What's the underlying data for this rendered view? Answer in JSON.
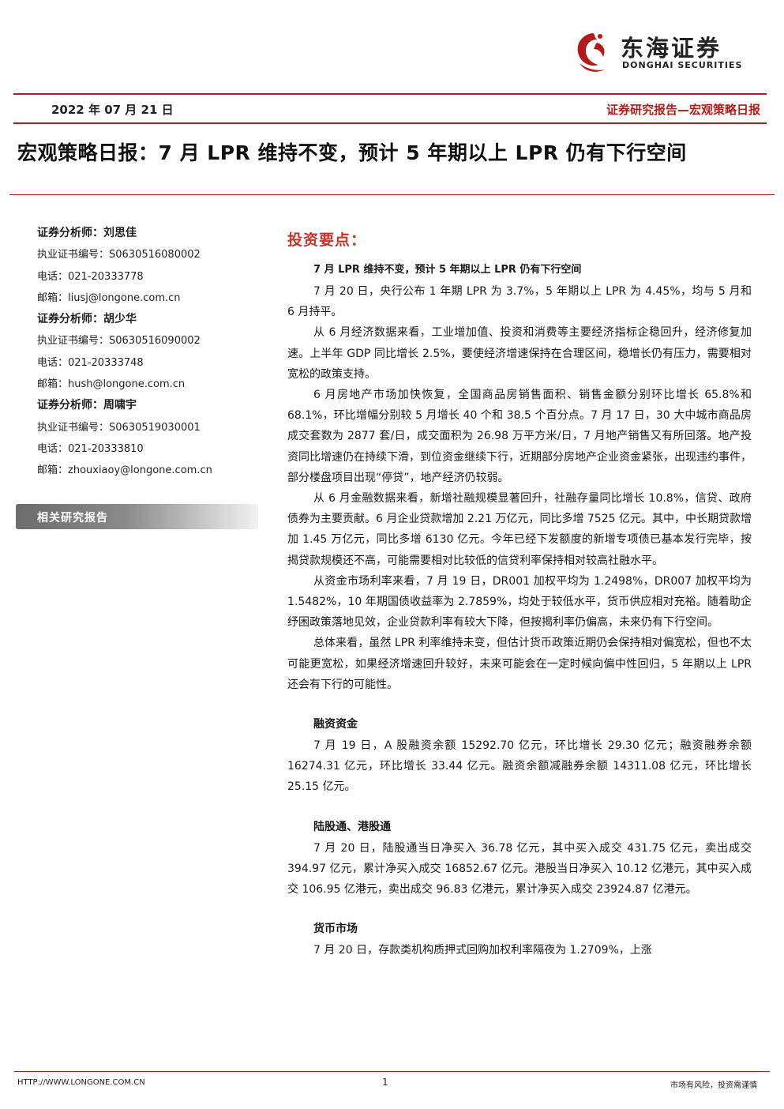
{
  "header": {
    "logo_cn": "东海证券",
    "logo_en": "DONGHAI SECURITIES",
    "date": "2022 年 07 月 21 日",
    "report_type": "证券研究报告—宏观策略日报"
  },
  "title": "宏观策略日报：7 月 LPR 维持不变，预计 5 年期以上 LPR 仍有下行空间",
  "analysts": [
    {
      "name": "证券分析师：刘思佳",
      "cert": "执业证书编号：S0630516080002",
      "phone": "电话：021-20333778",
      "email": "邮箱：liusj@longone.com.cn"
    },
    {
      "name": "证券分析师：胡少华",
      "cert": "执业证书编号：S0630516090002",
      "phone": "电话：021-20333748",
      "email": "邮箱：hush@longone.com.cn"
    },
    {
      "name": "证券分析师：周啸宇",
      "cert": "执业证书编号：S0630519030001",
      "phone": "电话：021-20333810",
      "email": "邮箱：zhouxiaoy@longone.com.cn"
    }
  ],
  "related_reports": "相关研究报告",
  "key_points": {
    "title": "投资要点：",
    "headline": "7 月 LPR 维持不变，预计 5 年期以上 LPR 仍有下行空间",
    "paragraphs": [
      "7 月 20 日，央行公布 1 年期 LPR 为 3.7%，5 年期以上 LPR 为 4.45%，均与 5 月和 6 月持平。",
      "从 6 月经济数据来看，工业增加值、投资和消费等主要经济指标企稳回升，经济修复加速。上半年 GDP 同比增长 2.5%，要使经济增速保持在合理区间，稳增长仍有压力，需要相对宽松的政策支持。",
      "6 月房地产市场加快恢复，全国商品房销售面积、销售金额分别环比增长 65.8%和 68.1%，环比增幅分别较 5 月增长 40 个和 38.5 个百分点。7 月 17 日，30 大中城市商品房成交套数为 2877 套/日，成交面积为 26.98 万平方米/日，7 月地产销售又有所回落。地产投资同比增速仍在持续下滑，到位资金继续下行，近期部分房地产企业资金紧张，出现违约事件，部分楼盘项目出现“停贷”，地产经济仍较弱。",
      "从 6 月金融数据来看，新增社融规模显著回升，社融存量同比增长 10.8%，信贷、政府债券为主要贡献。6 月企业贷款增加 2.21 万亿元，同比多增 7525 亿元。其中，中长期贷款增加 1.45 万亿元，同比多增 6130 亿元。今年已经下发额度的新增专项债已基本发行完毕，按揭贷款规模还不高，可能需要相对比较低的信贷利率保持相对较高社融水平。",
      "从资金市场利率来看，7 月 19 日，DR001 加权平均为 1.2498%，DR007 加权平均为 1.5482%，10 年期国债收益率为 2.7859%，均处于较低水平，货币供应相对充裕。随着助企纾困政策落地见效，企业贷款利率有较大下降，但按揭利率仍偏高，未来仍有下行空间。",
      "总体来看，虽然 LPR 利率维持未变，但估计货币政策近期仍会保持相对偏宽松，但也不太可能更宽松，如果经济增速回升较好，未来可能会在一定时候向偏中性回归，5 年期以上 LPR 还会有下行的可能性。"
    ]
  },
  "sections": [
    {
      "heading": "融资资金",
      "paragraphs": [
        "7 月 19 日，A 股融资余额 15292.70 亿元，环比增长 29.30 亿元；融资融券余额 16274.31 亿元，环比增长 33.44 亿元。融资余额减融券余额 14311.08 亿元，环比增长 25.15 亿元。"
      ]
    },
    {
      "heading": "陆股通、港股通",
      "paragraphs": [
        "7 月 20 日，陆股通当日净买入 36.78 亿元，其中买入成交 431.75 亿元，卖出成交 394.97 亿元，累计净买入成交 16852.67 亿元。港股当日净买入 10.12 亿港元，其中买入成交 106.95 亿港元，卖出成交 96.83 亿港元，累计净买入成交 23924.87 亿港元。"
      ]
    },
    {
      "heading": "货币市场",
      "paragraphs": [
        "7 月 20 日，存款类机构质押式回购加权利率隔夜为 1.2709%，上涨"
      ]
    }
  ],
  "footer": {
    "url": "HTTP://WWW.LONGONE.COM.CN",
    "page": "1",
    "risk": "市场有风险，投资需谨慎"
  },
  "colors": {
    "accent": "#b11c1c",
    "kp_title": "#c0362c"
  }
}
